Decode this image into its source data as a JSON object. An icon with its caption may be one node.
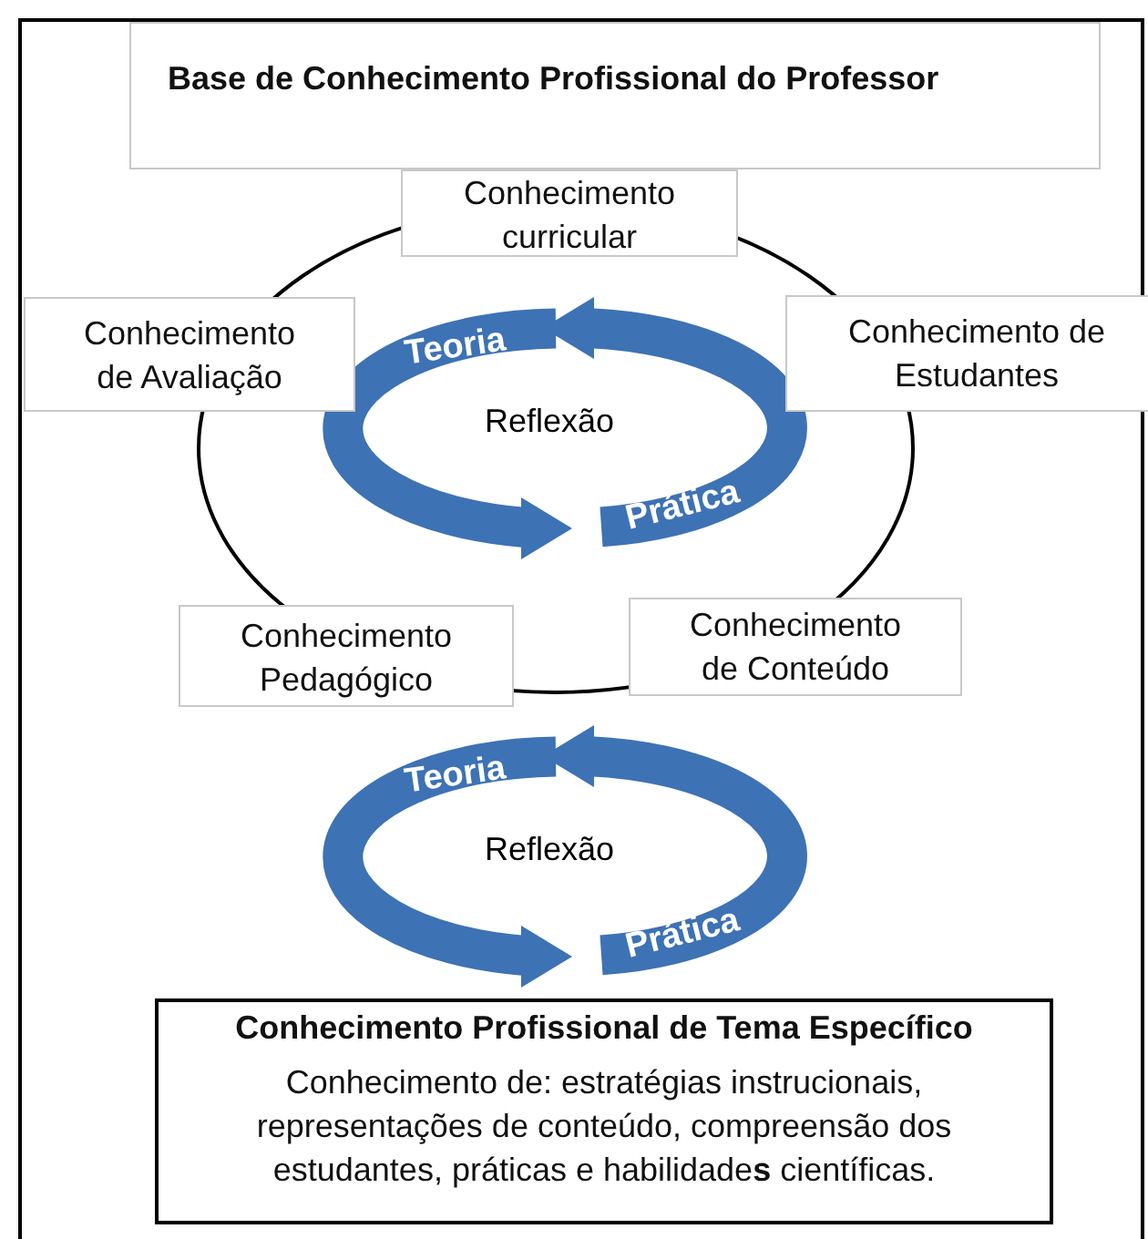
{
  "diagram": {
    "nodes": [
      {
        "text": [
          "Base de Conhecimento Profissional do Professor"
        ]
      },
      {
        "text": [
          "Conhecimento curricular"
        ]
      },
      {
        "text": [
          "Conhecimento de Avaliação"
        ]
      },
      {
        "text": [
          "Conhecimento de Estudantes"
        ]
      },
      {
        "text": [
          "Conhecimento Pedagógico"
        ]
      },
      {
        "text": [
          "Conhecimento de Conteúdo"
        ]
      },
      {
        "text": [
          "Conhecimento Profissional de Tema Específico",
          "Conhecimento de: estratégias instrucionais, representações de conteúdo, compreensão dos estudantes, práticas e habilidade**s** científicas."
        ]
      }
    ],
    "labels": [
      "Teoria",
      "Reflexão",
      "Prática",
      "Teoria",
      "Reflexão",
      "Prática"
    ]
  }
}
